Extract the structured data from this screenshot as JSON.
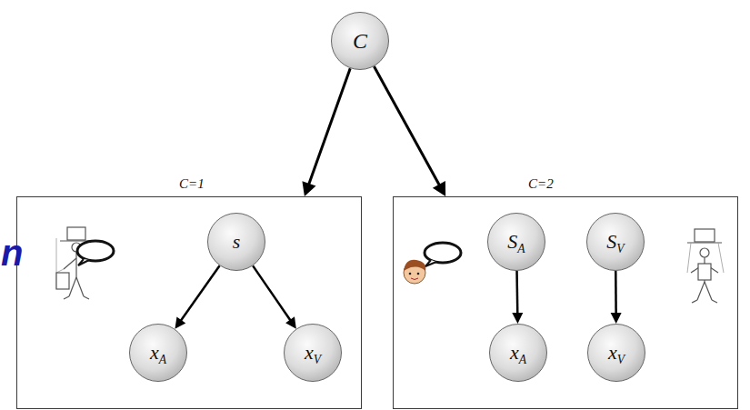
{
  "diagram": {
    "nodes": [
      {
        "text": [
          "C"
        ]
      },
      {
        "text": [
          "C=1"
        ]
      },
      {
        "text": [
          "s"
        ],
        "in": 1
      },
      {
        "text": [
          "xA"
        ],
        "in": 1
      },
      {
        "text": [
          "xV"
        ],
        "in": 1
      },
      {
        "text": [
          "C=2"
        ]
      },
      {
        "text": [
          "SA"
        ],
        "in": 5
      },
      {
        "text": [
          "SV"
        ],
        "in": 5
      },
      {
        "text": [
          "xA"
        ],
        "in": 5
      },
      {
        "text": [
          "xV"
        ],
        "in": 5
      }
    ],
    "edges": [
      {
        "from": 0,
        "to": 1,
        "arrow": "to"
      },
      {
        "from": 0,
        "to": 5,
        "arrow": "to"
      },
      {
        "from": 2,
        "to": 3,
        "arrow": "to"
      },
      {
        "from": 2,
        "to": 4,
        "arrow": "to"
      },
      {
        "from": 6,
        "to": 8,
        "arrow": "to"
      },
      {
        "from": 7,
        "to": 9,
        "arrow": "to"
      }
    ],
    "labels": [
      "n"
    ]
  }
}
